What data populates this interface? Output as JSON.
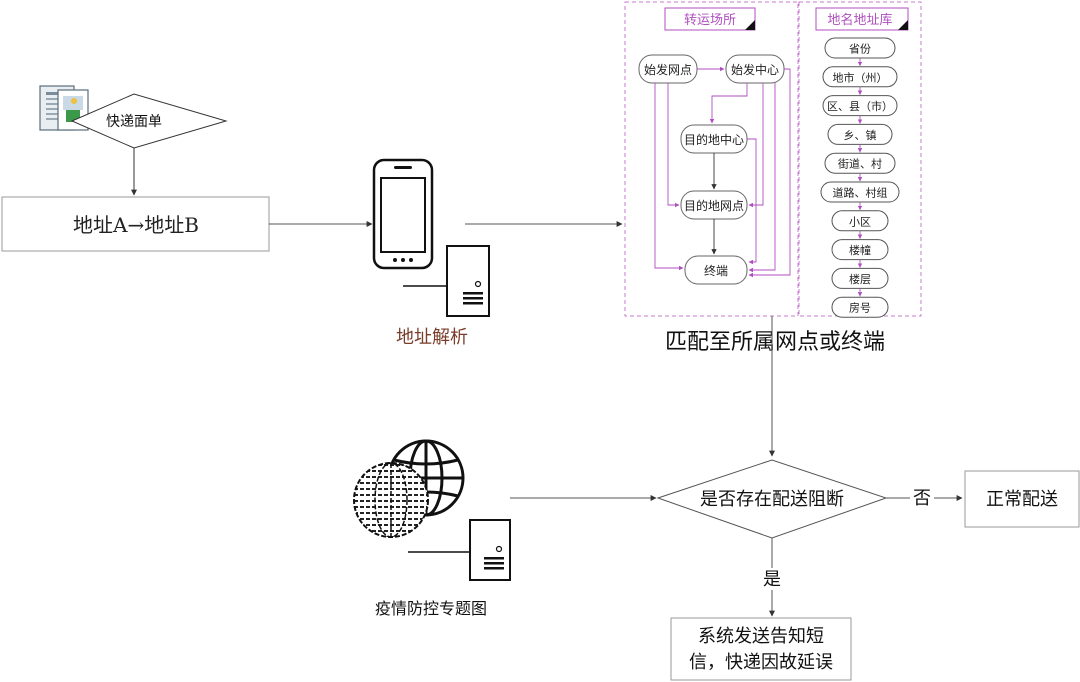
{
  "express_waybill": "快递面单",
  "address_box": "地址A→地址B",
  "address_parse": "地址解析",
  "transfer_title": "转运场所",
  "geo_title": "地名地址库",
  "nodes": {
    "origin_outlet": "始发网点",
    "origin_center": "始发中心",
    "dest_center": "目的地中心",
    "dest_outlet": "目的地网点",
    "terminal": "终端"
  },
  "geo_levels": [
    "省份",
    "地市（州）",
    "区、县（市）",
    "乡、镇",
    "街道、村",
    "道路、村组",
    "小区",
    "楼幢",
    "楼层",
    "房号"
  ],
  "match_caption": "匹配至所属网点或终端",
  "decision": "是否存在配送阻断",
  "no_label": "否",
  "yes_label": "是",
  "normal_delivery": "正常配送",
  "sms_line1": "系统发送告知短",
  "sms_line2": "信，快递因故延误",
  "epidemic_map": "疫情防控专题图",
  "colors": {
    "magenta": "#b04fc0",
    "line": "#555555",
    "dark": "#111111"
  },
  "icons": [
    "document-icon",
    "phone-icon",
    "server-icon",
    "globe-icon",
    "grid-globe-icon"
  ]
}
